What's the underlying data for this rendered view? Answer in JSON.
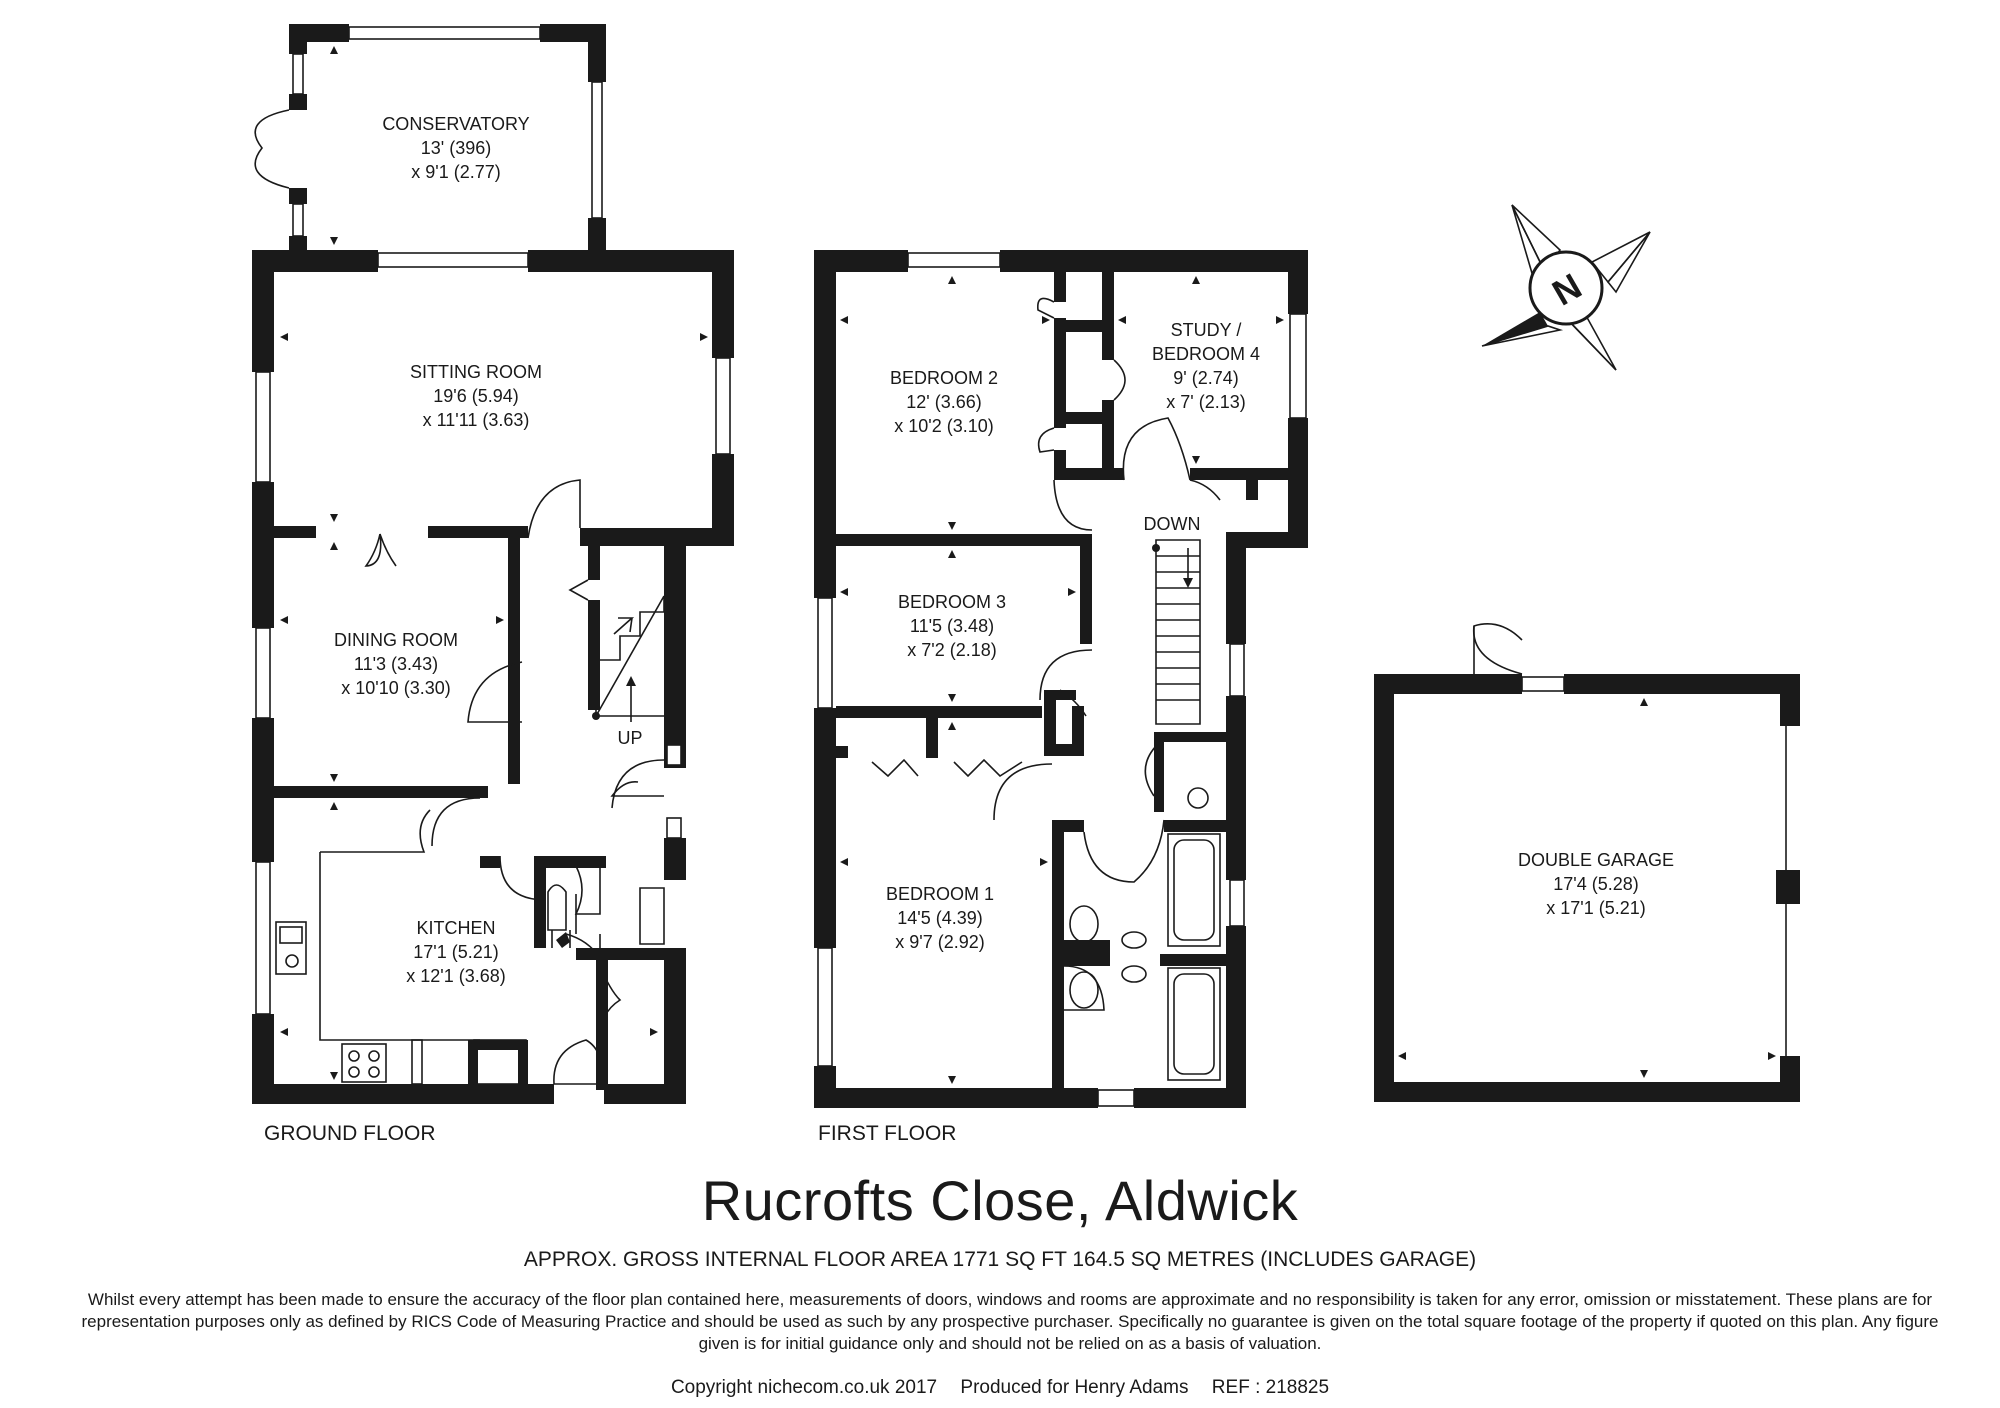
{
  "rooms": {
    "conservatory": {
      "name": "CONSERVATORY",
      "dim1": "13' (396)",
      "dim2": "x 9'1 (2.77)"
    },
    "sitting": {
      "name": "SITTING ROOM",
      "dim1": "19'6 (5.94)",
      "dim2": "x 11'11 (3.63)"
    },
    "dining": {
      "name": "DINING ROOM",
      "dim1": "11'3 (3.43)",
      "dim2": "x 10'10 (3.30)"
    },
    "kitchen": {
      "name": "KITCHEN",
      "dim1": "17'1 (5.21)",
      "dim2": "x 12'1 (3.68)"
    },
    "bedroom2": {
      "name": "BEDROOM 2",
      "dim1": "12' (3.66)",
      "dim2": "x 10'2 (3.10)"
    },
    "study": {
      "name1": "STUDY /",
      "name2": "BEDROOM 4",
      "dim1": "9' (2.74)",
      "dim2": "x 7' (2.13)"
    },
    "bedroom3": {
      "name": "BEDROOM 3",
      "dim1": "11'5 (3.48)",
      "dim2": "x 7'2 (2.18)"
    },
    "bedroom1": {
      "name": "BEDROOM 1",
      "dim1": "14'5 (4.39)",
      "dim2": "x 9'7 (2.92)"
    },
    "garage": {
      "name": "DOUBLE GARAGE",
      "dim1": "17'4 (5.28)",
      "dim2": "x 17'1 (5.21)"
    }
  },
  "stairs": {
    "up": "UP",
    "down": "DOWN"
  },
  "compass": {
    "letter": "N"
  },
  "floors": {
    "ground": "GROUND FLOOR",
    "first": "FIRST FLOOR"
  },
  "footer": {
    "title": "Rucrofts Close, Aldwick",
    "area": "APPROX. GROSS INTERNAL FLOOR AREA 1771 SQ FT 164.5 SQ METRES (INCLUDES GARAGE)",
    "disclaimer": "Whilst every attempt has been made to ensure the accuracy of the floor plan contained here, measurements of doors, windows and rooms are approximate and no responsibility is taken for any error, omission or misstatement. These plans are for representation purposes only as defined by RICS Code of Measuring Practice and should be used as such by any prospective purchaser.  Specifically no guarantee is given on the total square footage of the property if quoted on this plan. Any figure given is for initial guidance only and should not be relied on as a basis of valuation.",
    "copyright": "Copyright nichecom.co.uk 2017",
    "produced": "Produced for Henry Adams",
    "ref": "REF : 218825"
  }
}
